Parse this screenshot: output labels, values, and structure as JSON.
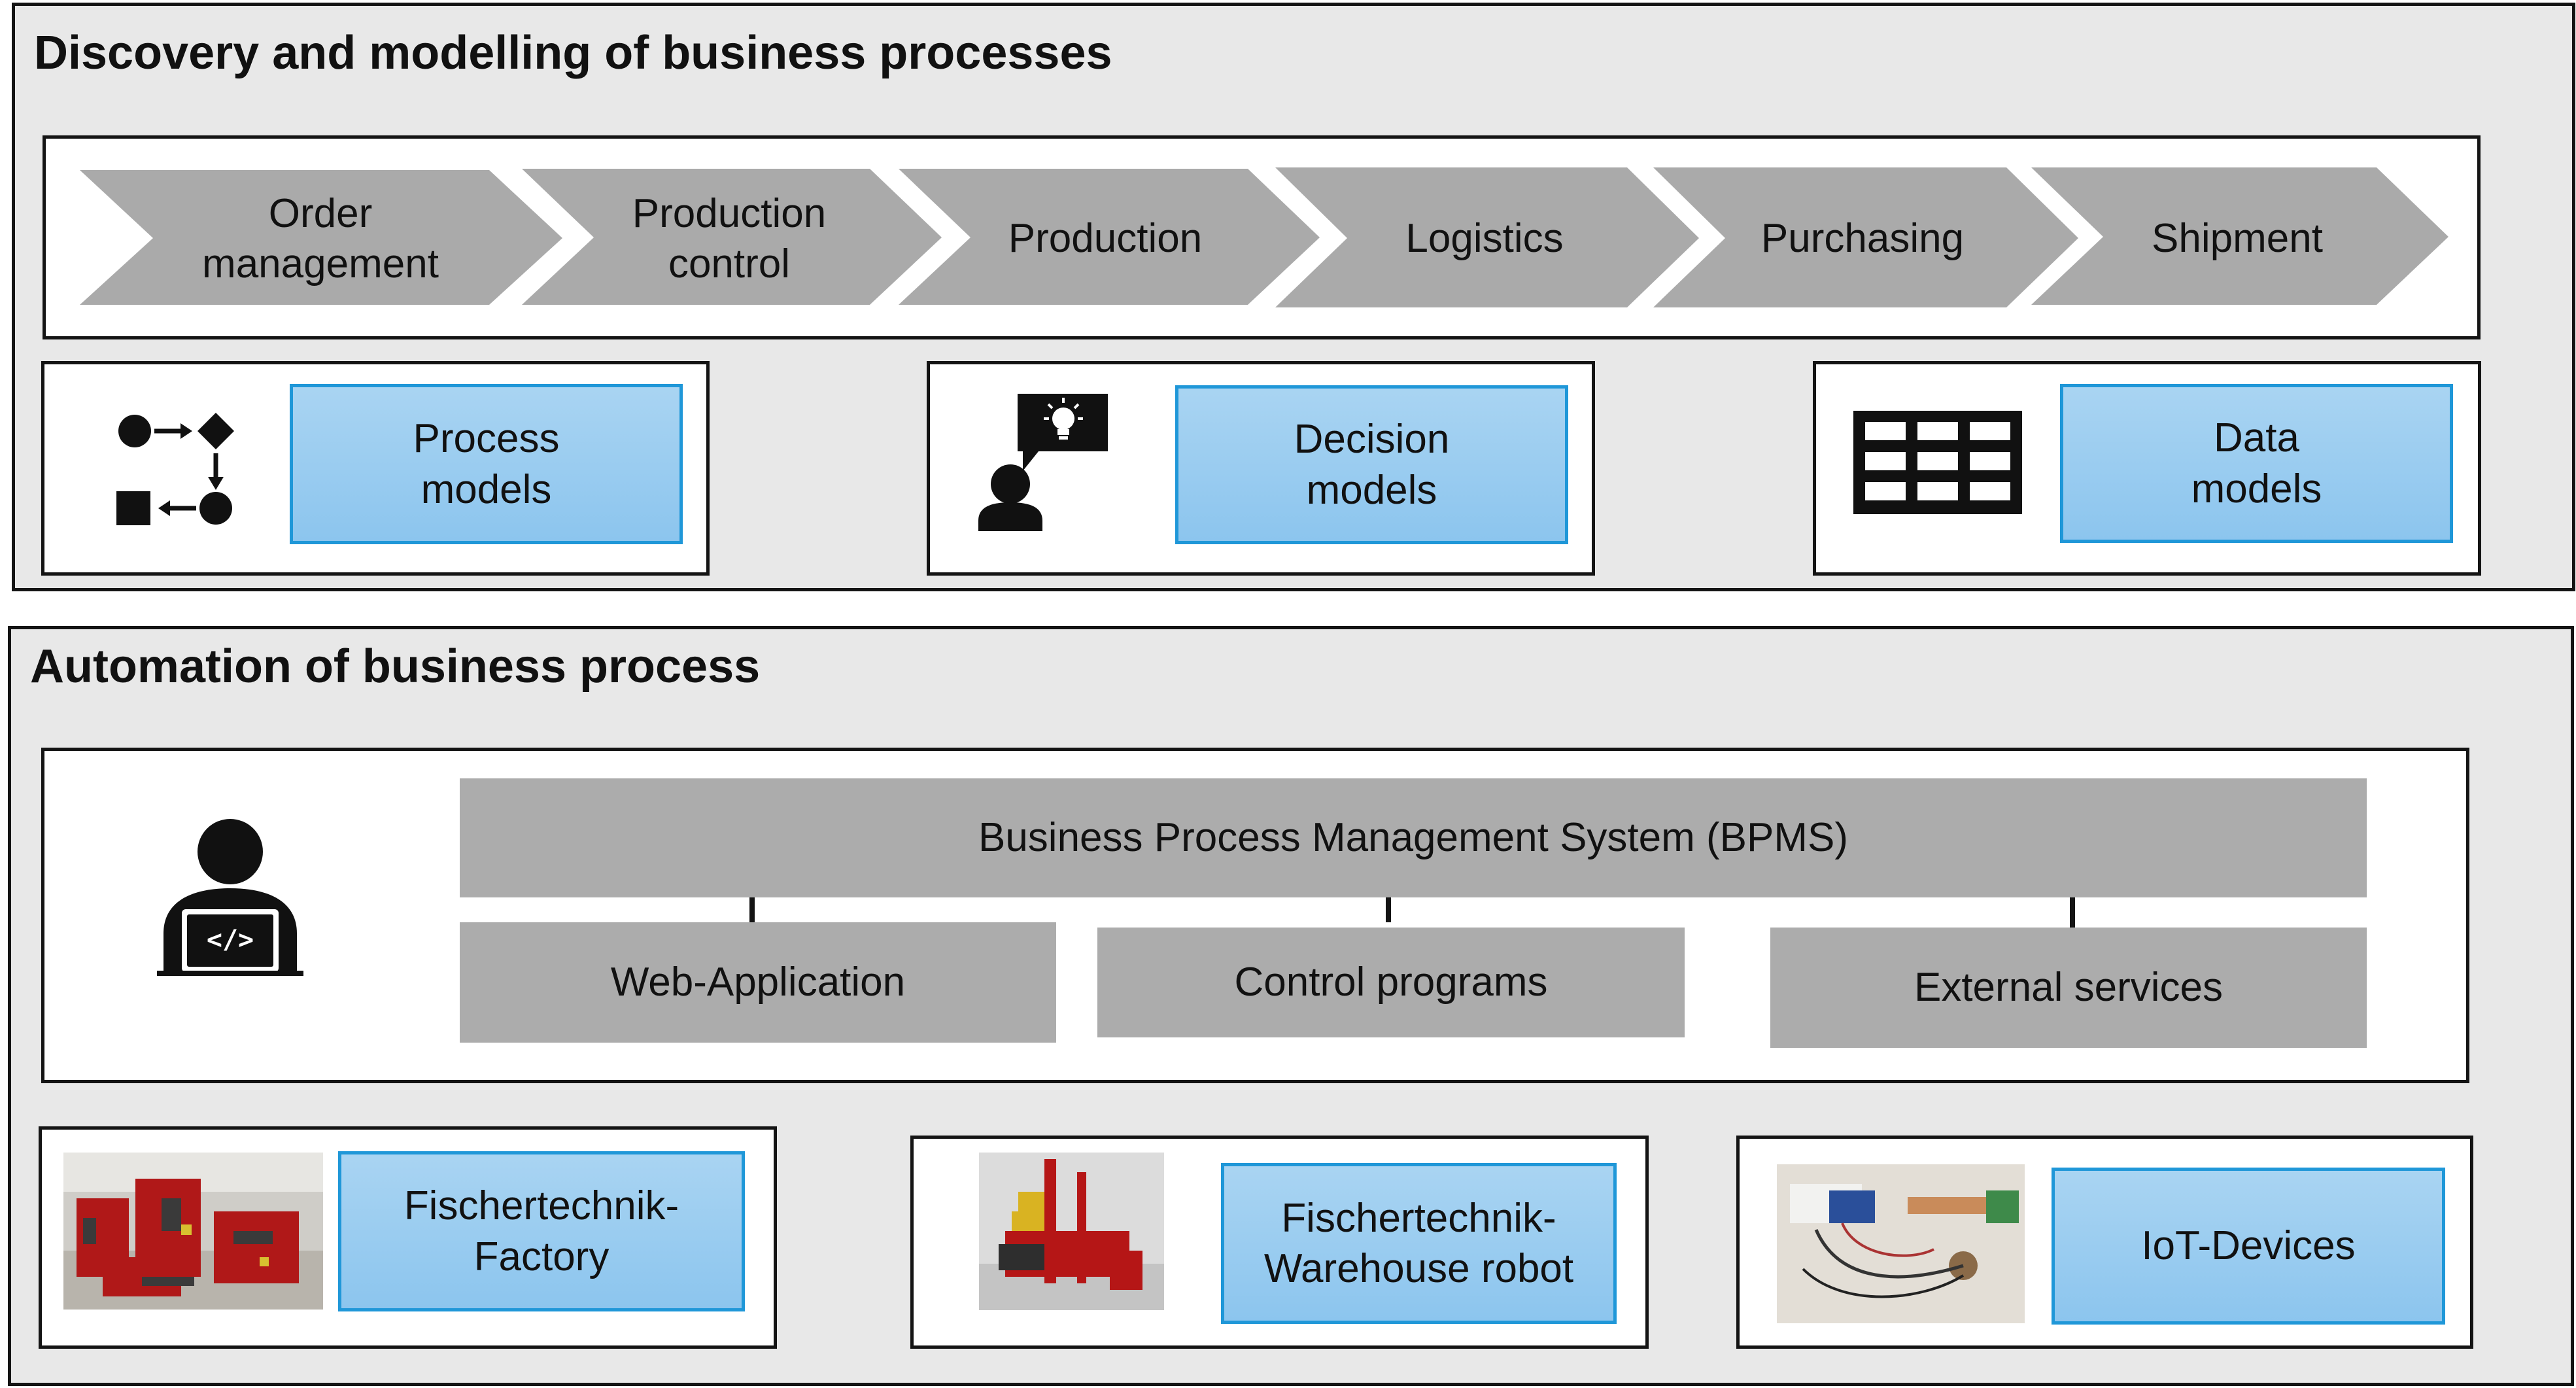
{
  "discovery": {
    "title": "Discovery and modelling of business processes",
    "steps": [
      "Order\nmanagement",
      "Production\ncontrol",
      "Production",
      "Logistics",
      "Purchasing",
      "Shipment"
    ],
    "models": {
      "process": {
        "label": "Process\nmodels",
        "icon": "process-flow-icon"
      },
      "decision": {
        "label": "Decision\nmodels",
        "icon": "person-idea-icon"
      },
      "data": {
        "label": "Data\nmodels",
        "icon": "table-icon"
      }
    }
  },
  "automation": {
    "title": "Automation of business process",
    "bpms": "Business Process Management System (BPMS)",
    "components": [
      "Web-Application",
      "Control programs",
      "External services"
    ],
    "devices": {
      "factory": {
        "label": "Fischertechnik-\nFactory",
        "image": "factory-photo"
      },
      "warehouse": {
        "label": "Fischertechnik-\nWarehouse robot",
        "image": "warehouse-robot-photo"
      },
      "iot": {
        "label": "IoT-Devices",
        "image": "iot-devices-photo"
      }
    }
  },
  "colors": {
    "section_bg": "#e8e8e8",
    "step_gray": "#aaaaaa",
    "model_blue": "#9ccdf0",
    "model_border": "#1f97d8",
    "component_gray": "#acacac"
  }
}
